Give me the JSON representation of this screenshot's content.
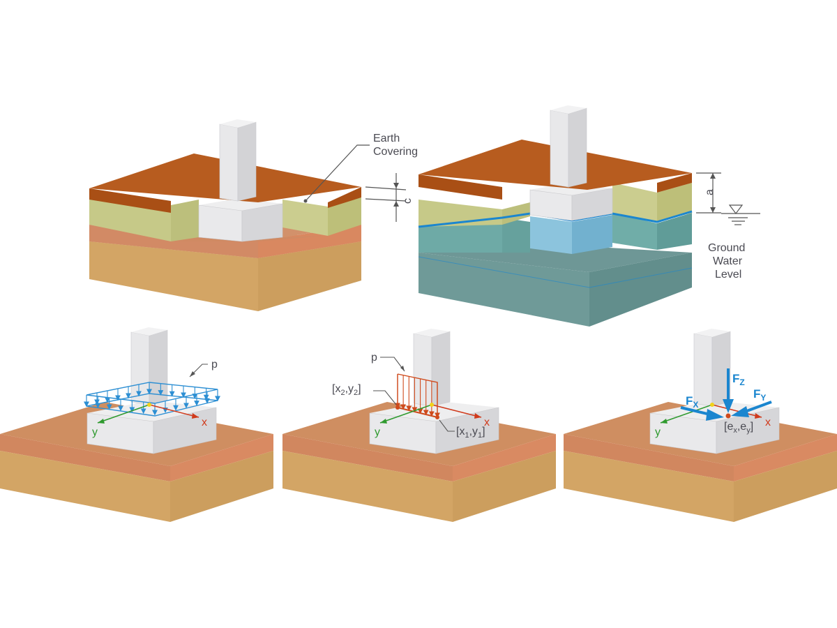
{
  "labels": {
    "earth_covering_line1": "Earth",
    "earth_covering_line2": "Covering",
    "dim_c": "c",
    "dim_a": "a",
    "gwl_line1": "Ground",
    "gwl_line2": "Water",
    "gwl_line3": "Level"
  },
  "panel_uniform": {
    "p": "p",
    "x": "x",
    "y": "y"
  },
  "panel_linear": {
    "p": "p",
    "p1_x": "x",
    "p1_sub": "2",
    "p1_comma": ",y",
    "p1_sub2": "2",
    "p2_x": "x",
    "p2_sub": "1",
    "p2_comma": ",y",
    "p2_sub2": "1",
    "x": "x",
    "y": "y"
  },
  "panel_forces": {
    "fz": "F",
    "fz_sub": "Z",
    "fx": "F",
    "fx_sub": "X",
    "fy": "F",
    "fy_sub": "Y",
    "ecc_e1": "e",
    "ecc_s1": "x",
    "ecc_comma": ",e",
    "ecc_s2": "y",
    "x": "x",
    "y": "y"
  },
  "colors": {
    "soil_top": "#b85c1e",
    "soil_top_side": "#a24e16",
    "soil_yellow": "#c6c988",
    "soil_orange": "#d18863",
    "soil_tan": "#d1a262",
    "water": "#6ca7a3",
    "water_deep": "#6d9a98",
    "water_line": "#1b86cf",
    "concrete": "#e3e3e5",
    "load_blue": "#2d8fd3",
    "load_red": "#cf4a1c",
    "axis_green": "#2f9a2f"
  }
}
